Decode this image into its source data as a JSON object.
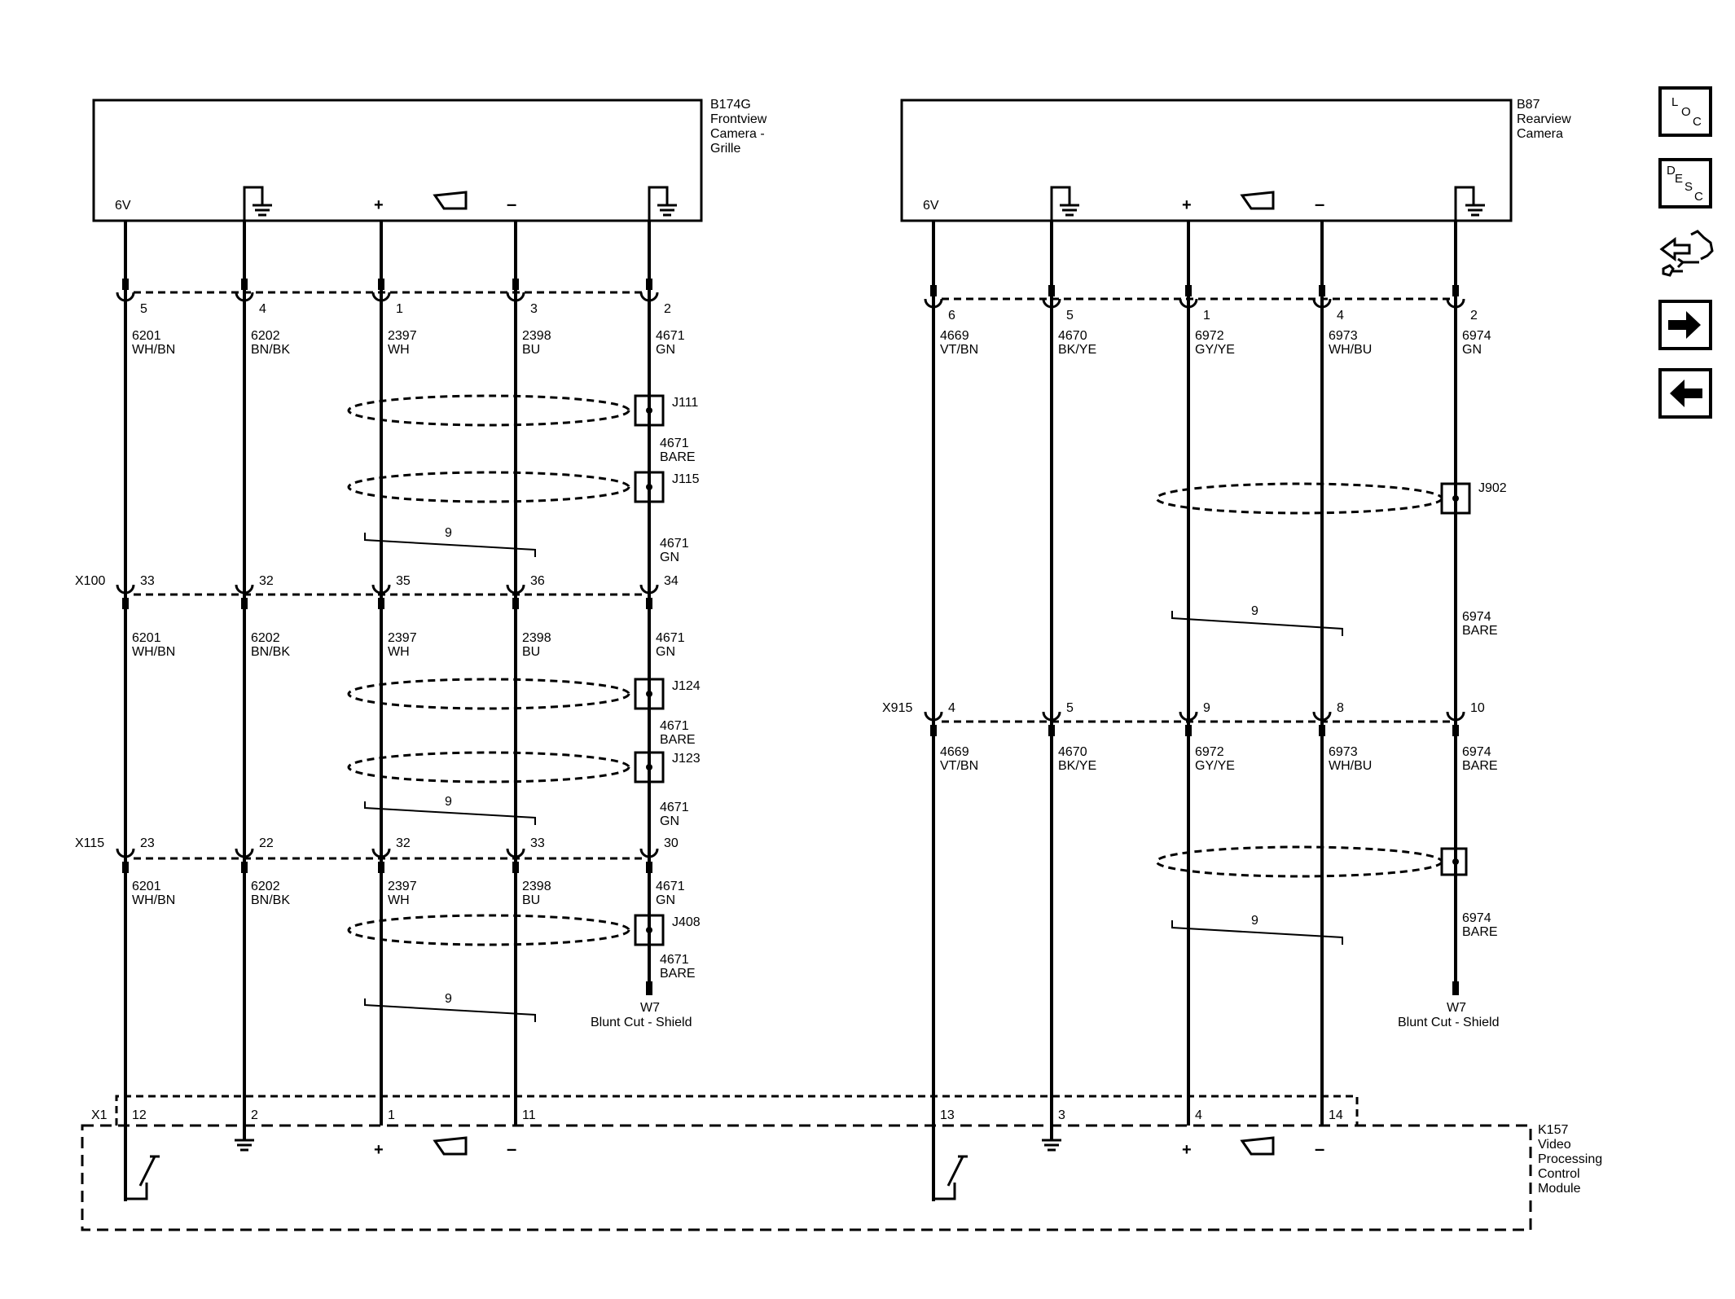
{
  "colors": {
    "ink": "#000000",
    "background": "#ffffff"
  },
  "components": {
    "front_camera": {
      "id": "B174G",
      "name_lines": [
        "Frontview",
        "Camera -",
        "Grille"
      ]
    },
    "rear_camera": {
      "id": "B87",
      "name_lines": [
        "Rearview",
        "Camera"
      ]
    },
    "module": {
      "id": "K157",
      "name_lines": [
        "Video",
        "Processing",
        "Control",
        "Module"
      ]
    }
  },
  "pin_labels": {
    "power": "6V",
    "plus": "+",
    "minus": "–"
  },
  "connector_names": {
    "x100": "X100",
    "x115": "X115",
    "x915": "X915",
    "x1": "X1"
  },
  "shield_ends": {
    "front": {
      "id": "W7",
      "desc": "Blunt Cut - Shield"
    },
    "rear": {
      "id": "W7",
      "desc": "Blunt Cut - Shield"
    }
  },
  "splices": {
    "j111": "J111",
    "j115": "J115",
    "j124": "J124",
    "j123": "J123",
    "j408": "J408",
    "j902": "J902"
  },
  "twist_label": "9",
  "front": {
    "camera_pins": [
      "5",
      "4",
      "1",
      "3",
      "2"
    ],
    "x100_pins": [
      "33",
      "32",
      "35",
      "36",
      "34"
    ],
    "x115_pins": [
      "23",
      "22",
      "32",
      "33",
      "30"
    ],
    "module_pins": [
      "12",
      "2",
      "1",
      "11"
    ],
    "wires_a": [
      [
        "6201",
        "WH/BN"
      ],
      [
        "6202",
        "BN/BK"
      ],
      [
        "2397",
        "WH"
      ],
      [
        "2398",
        "BU"
      ],
      [
        "4671",
        "GN"
      ]
    ],
    "wires_b": [
      [
        "6201",
        "WH/BN"
      ],
      [
        "6202",
        "BN/BK"
      ],
      [
        "2397",
        "WH"
      ],
      [
        "2398",
        "BU"
      ],
      [
        "4671",
        "GN"
      ]
    ],
    "wires_c": [
      [
        "6201",
        "WH/BN"
      ],
      [
        "6202",
        "BN/BK"
      ],
      [
        "2397",
        "WH"
      ],
      [
        "2398",
        "BU"
      ],
      [
        "4671",
        "GN"
      ]
    ],
    "shield_wires": [
      [
        "4671",
        "BARE"
      ],
      [
        "4671",
        "GN"
      ],
      [
        "4671",
        "BARE"
      ],
      [
        "4671",
        "GN"
      ],
      [
        "4671",
        "BARE"
      ]
    ]
  },
  "rear": {
    "camera_pins": [
      "6",
      "5",
      "1",
      "4",
      "2"
    ],
    "x915_pins": [
      "4",
      "5",
      "9",
      "8",
      "10"
    ],
    "module_pins": [
      "13",
      "3",
      "4",
      "14"
    ],
    "wires_a": [
      [
        "4669",
        "VT/BN"
      ],
      [
        "4670",
        "BK/YE"
      ],
      [
        "6972",
        "GY/YE"
      ],
      [
        "6973",
        "WH/BU"
      ],
      [
        "6974",
        "GN"
      ]
    ],
    "wires_b": [
      [
        "4669",
        "VT/BN"
      ],
      [
        "4670",
        "BK/YE"
      ],
      [
        "6972",
        "GY/YE"
      ],
      [
        "6973",
        "WH/BU"
      ],
      [
        "6974",
        "BARE"
      ]
    ],
    "shield_wires": [
      [
        "6974",
        "BARE"
      ],
      [
        "6974",
        "BARE"
      ]
    ]
  },
  "side_buttons": {
    "loc": [
      "L",
      "O",
      "C"
    ],
    "desc": [
      "D",
      "E",
      "S",
      "C"
    ]
  }
}
